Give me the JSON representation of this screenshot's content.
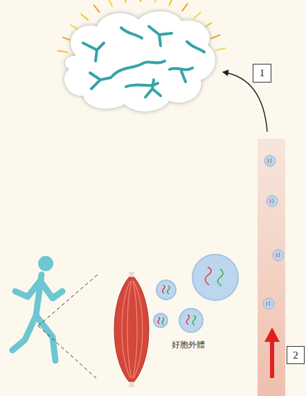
{
  "diagram": {
    "nodes": [
      {
        "text": [
          "1"
        ]
      },
      {
        "text": [
          "2"
        ]
      }
    ],
    "labels": [
      "好胞外體"
    ]
  }
}
